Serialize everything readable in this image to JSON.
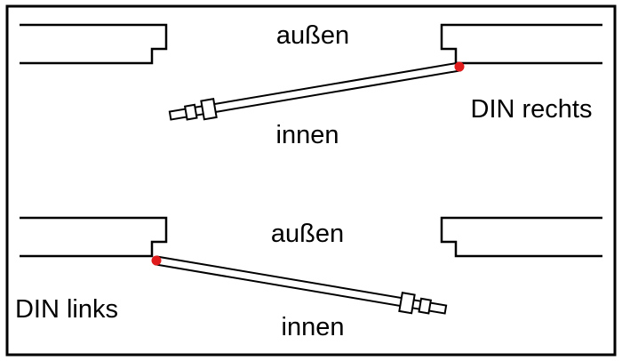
{
  "colors": {
    "line": "#000000",
    "hinge_dot": "#e01b1b",
    "background": "#ffffff"
  },
  "top_diagram": {
    "outside_label": "außen",
    "inside_label": "innen",
    "handing_label": "DIN rechts"
  },
  "bottom_diagram": {
    "outside_label": "außen",
    "inside_label": "innen",
    "handing_label": "DIN links"
  }
}
